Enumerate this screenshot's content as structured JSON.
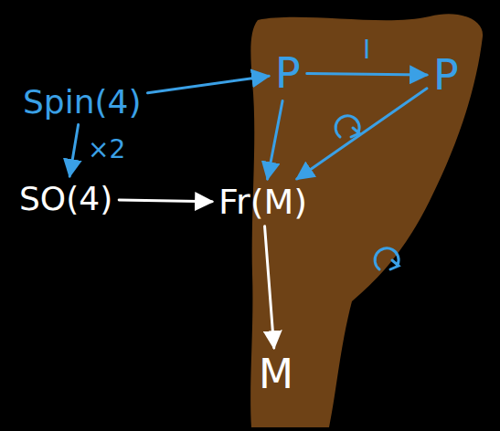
{
  "diagram": {
    "nodes": [
      {
        "text": [
          "Spin(4)"
        ]
      },
      {
        "text": [
          "P"
        ]
      },
      {
        "text": [
          "P"
        ]
      },
      {
        "text": [
          "SO(4)"
        ]
      },
      {
        "text": [
          "Fr(M)"
        ]
      },
      {
        "text": [
          "M"
        ]
      }
    ],
    "edges": [
      {
        "from": 0,
        "to": 1,
        "arrow": "to"
      },
      {
        "from": 1,
        "to": 2,
        "label": "I",
        "arrow": "to"
      },
      {
        "from": 1,
        "to": 4,
        "arrow": "to"
      },
      {
        "from": 2,
        "to": 4,
        "arrow": "to"
      },
      {
        "from": 0,
        "to": 3,
        "label": "×2",
        "arrow": "to"
      },
      {
        "from": 3,
        "to": 4,
        "arrow": "to"
      },
      {
        "from": 4,
        "to": 5,
        "arrow": "to"
      }
    ]
  }
}
